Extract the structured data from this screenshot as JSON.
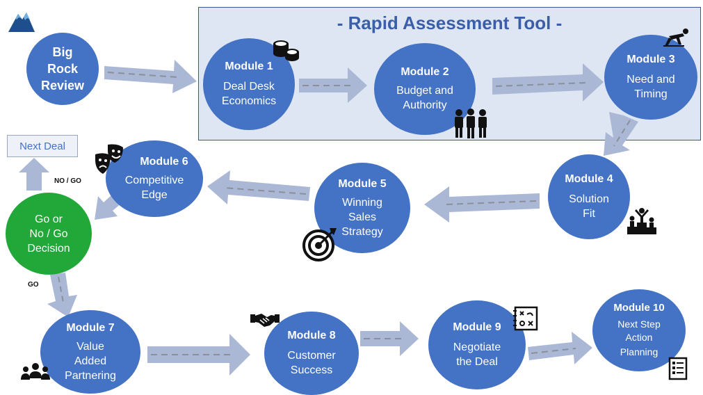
{
  "rapid_assessment": {
    "title": "- Rapid Assessment Tool -"
  },
  "nodes": {
    "big_rock": {
      "lines": [
        "Big",
        "Rock",
        "Review"
      ]
    },
    "m1": {
      "title": "Module 1",
      "lines": [
        "Deal Desk",
        "Economics"
      ]
    },
    "m2": {
      "title": "Module 2",
      "lines": [
        "Budget and",
        "Authority"
      ]
    },
    "m3": {
      "title": "Module 3",
      "lines": [
        "Need and",
        "Timing"
      ]
    },
    "m4": {
      "title": "Module 4",
      "lines": [
        "Solution",
        "Fit"
      ]
    },
    "m5": {
      "title": "Module 5",
      "lines": [
        "Winning",
        "Sales",
        "Strategy"
      ]
    },
    "m6": {
      "title": "Module 6",
      "lines": [
        "Competitive",
        "Edge"
      ]
    },
    "go_decision": {
      "lines": [
        "Go or",
        "No / Go",
        "Decision"
      ]
    },
    "m7": {
      "title": "Module 7",
      "lines": [
        "Value",
        "Added",
        "Partnering"
      ]
    },
    "m8": {
      "title": "Module 8",
      "lines": [
        "Customer",
        "Success"
      ]
    },
    "m9": {
      "title": "Module 9",
      "lines": [
        "Negotiate",
        "the Deal"
      ]
    },
    "m10": {
      "title": "Module  10",
      "lines": [
        "Next Step",
        "Action",
        "Planning"
      ]
    }
  },
  "next_deal": {
    "label": "Next Deal"
  },
  "branch_labels": {
    "no_go": "NO / GO",
    "go": "GO"
  },
  "icons": {
    "logo": "mountain-logo-icon",
    "m1": "coins-icon",
    "m2": "team-icon",
    "m3": "runner-start-icon",
    "m4": "podium-icon",
    "m5": "target-icon",
    "m6": "theater-masks-icon",
    "m7": "group-icon",
    "m8": "handshake-icon",
    "m9": "strategy-board-icon",
    "m10": "checklist-icon"
  },
  "colors": {
    "module_blue": "#4472c4",
    "decision_green": "#21a839",
    "arrow_fill": "#aab8d6",
    "panel_bg": "#dfe6f3"
  }
}
